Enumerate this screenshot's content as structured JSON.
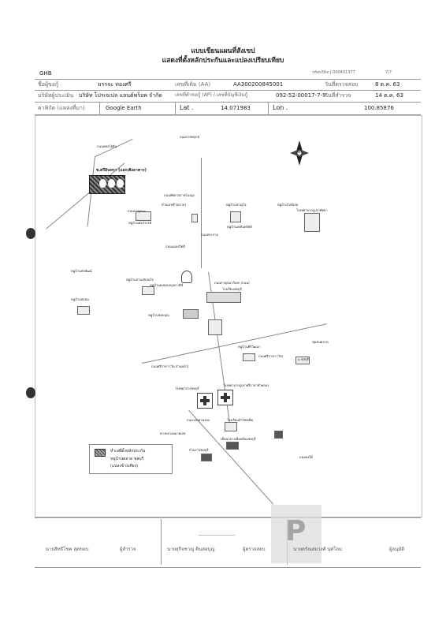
{
  "header": {
    "title_line1": "แบบเขียนแผนที่สังเขป",
    "title_line2": "แสดงที่ตั้งหลักประกันและแปลงเปรียบเทียบ"
  },
  "form": {
    "org": "GHB",
    "ref_label": "รหัสบริษัท J.000401377",
    "page": "7/7",
    "owner_label": "ชื่อผู้ขอกู้",
    "owner_value": "มรรจะ ทองศรี",
    "aa_label": "เลขที่เดิม (AA)",
    "aa_value": "AA300200845001",
    "survey_date_label": "วันที่ตรวจสอบ",
    "survey_date_value": "8 ต.ค. 63",
    "company_label": "บริษัทผู้ประเมิน",
    "company_value": "บริษัท โปรเจเปล แลนด์พร็อพ จำกัด",
    "ap_label": "เลขที่คำขอกู้ (AP) / เลขที่บัญชีเงินกู้",
    "ap_value": "092-52-00017-7-9",
    "assess_date_label": "วันที่สำรวจ",
    "assess_date_value": "14 ต.ค. 63",
    "coord_label": "ค่าพิกัด (แหล่งที่มา)",
    "coord_source": "Google Earth",
    "lat_label": "Lat .",
    "lat_value": "14.071983",
    "lon_label": "Lon .",
    "lon_value": "100.85876"
  },
  "map": {
    "north_label": "N",
    "labels": [
      "ถนนพหลโยธิน",
      "ถนนราชพฤกษ์",
      "ซ.ศรีอินทรา (แยกเพิงอาคาร)",
      "ถนนพัทยาปราชโมงมุ่ง",
      "บ้านเลขที่ (ตลาด)",
      "หมู่บ้านชาญใจ",
      "หมู่บ้านไลท์เสอ",
      "ถนนกาญจนะ",
      "โรงพยาบาลภูเขาพัทยา",
      "หมู่บ้านพรสวรรค์",
      "หมู่บ้านเพลินทรัพย์",
      "ถนนพระราม",
      "ถนนแผลงกิตติ",
      "หมู่บ้านพรพัฒน์",
      "หมู่บ้านสวนสุขสมใจ",
      "หมู่บ้านคลองเบญจภาคินี",
      "หมู่บ้านพรหม",
      "โรงเรียนชลบุรี",
      "ถนนกาญจนาภิเษก (ถนน)",
      "หมู่บ้านชอบบุณ",
      "หมู่บ้านศิริวัฒนา",
      "ถนนศรีราชา (วัด)",
      "ม.ชลบุรี",
      "ถนนศรีราชา (วัด ส่วนหน้า)",
      "โรงพยาบาลชลบุรี",
      "โรงพยาบาลภูเขาศรีราชาหัวคลอง",
      "ถนนวงแหวนรอบ",
      "โรงเรียนลำไทยเพิ่ม",
      "ทางหลวงหมายเลข",
      "เขื่อนกลางเพิ่มพร้อมชลบุรี",
      "บ้านราชชลบุรี",
      "ถนนลงใต้",
      "ชุมชนตลาด"
    ],
    "legend_item1": "ทำเลที่ตั้งหลักประกัน",
    "legend_item2": "หมู่บ้านตลาด ชลบุรี",
    "legend_item3": "(แปลงข้างเคียง)"
  },
  "footer": {
    "sig1_name": "นายสิทธิโชค สุดขอบ",
    "sig1_role": "ผู้สำรวจ",
    "sig2_name": "นายสุกิจชาญ ดินสอบุญ",
    "sig2_role": "ผู้ตรวจสอบ",
    "sig3_name": "นายดรัณสมวงศ์ นุศโลม",
    "sig3_role": "ผู้อนุมัติ",
    "stamp": "P"
  }
}
